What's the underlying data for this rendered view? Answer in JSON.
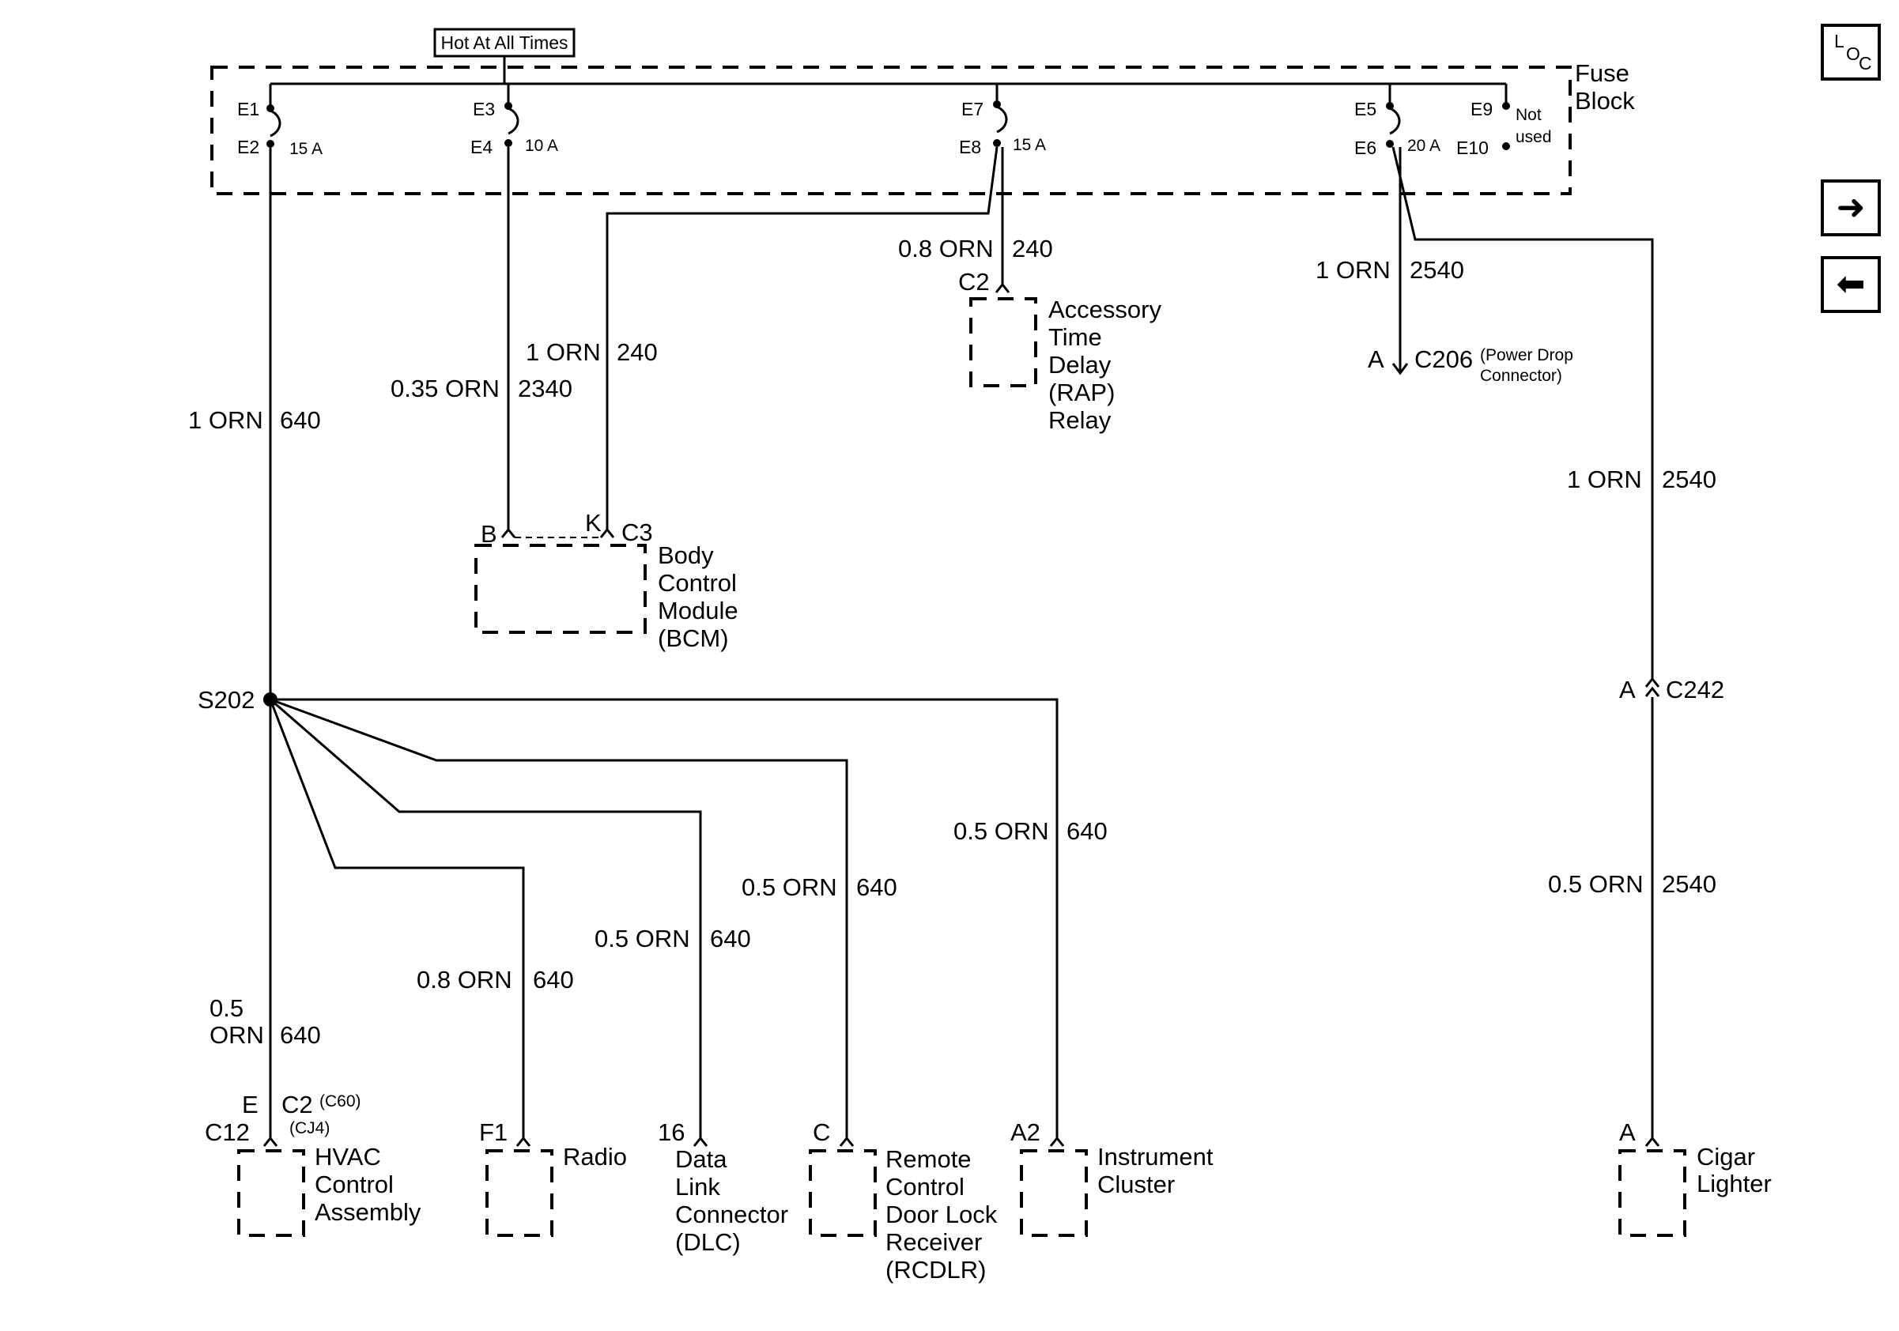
{
  "header": {
    "hot_label": "Hot At All Times"
  },
  "fuse_block": {
    "title_line1": "Fuse",
    "title_line2": "Block",
    "fuses": [
      {
        "top": "E1",
        "bottom": "E2",
        "rating": "15 A"
      },
      {
        "top": "E3",
        "bottom": "E4",
        "rating": "10 A"
      },
      {
        "top": "E7",
        "bottom": "E8",
        "rating": "15 A"
      },
      {
        "top": "E5",
        "bottom": "E6",
        "rating": "20 A"
      }
    ],
    "unused": {
      "top": "E9",
      "bottom": "E10",
      "line1": "Not",
      "line2": "used"
    }
  },
  "wires": {
    "w640_main": {
      "gauge": "1 ORN",
      "circuit": "640"
    },
    "w2340": {
      "gauge": "0.35 ORN",
      "circuit": "2340"
    },
    "w240_bcm": {
      "gauge": "1 ORN",
      "circuit": "240"
    },
    "w240_rap": {
      "gauge": "0.8 ORN",
      "circuit": "240"
    },
    "w2540_c206": {
      "gauge": "1 ORN",
      "circuit": "2540"
    },
    "w2540_right": {
      "gauge": "1 ORN",
      "circuit": "2540"
    },
    "w2540_lower": {
      "gauge": "0.5 ORN",
      "circuit": "2540"
    },
    "w640_hvac": {
      "gauge_line1": "0.5",
      "gauge_line2": "ORN",
      "circuit": "640"
    },
    "w640_radio": {
      "gauge": "0.8 ORN",
      "circuit": "640"
    },
    "w640_dlc": {
      "gauge": "0.5 ORN",
      "circuit": "640"
    },
    "w640_rcdlr": {
      "gauge": "0.5 ORN",
      "circuit": "640"
    },
    "w640_ic": {
      "gauge": "0.5 ORN",
      "circuit": "640"
    }
  },
  "splice": {
    "label": "S202"
  },
  "connectors": {
    "rap_c2": "C2",
    "bcm_b": "B",
    "bcm_k": "K",
    "bcm_c3": "C3",
    "c206_pin": "A",
    "c206_name": "C206",
    "c206_note_line1": "(Power Drop",
    "c206_note_line2": "Connector)",
    "c242_pin": "A",
    "c242_name": "C242",
    "hvac_e": "E",
    "hvac_c2": "C2",
    "hvac_c60": "(C60)",
    "hvac_c12": "C12",
    "hvac_cj4": "(CJ4)",
    "radio_pin": "F1",
    "dlc_pin": "16",
    "rcdlr_pin": "C",
    "ic_pin": "A2",
    "cigar_pin": "A"
  },
  "components": {
    "rap": [
      "Accessory",
      "Time",
      "Delay",
      "(RAP)",
      "Relay"
    ],
    "bcm": [
      "Body",
      "Control",
      "Module",
      "(BCM)"
    ],
    "hvac": [
      "HVAC",
      "Control",
      "Assembly"
    ],
    "radio": [
      "Radio"
    ],
    "dlc": [
      "Data",
      "Link",
      "Connector",
      "(DLC)"
    ],
    "rcdlr": [
      "Remote",
      "Control",
      "Door Lock",
      "Receiver",
      "(RCDLR)"
    ],
    "ic": [
      "Instrument",
      "Cluster"
    ],
    "cigar": [
      "Cigar",
      "Lighter"
    ]
  },
  "nav": {
    "loc_l": "L",
    "loc_o": "O",
    "loc_c": "C",
    "next_glyph": "➜",
    "prev_glyph": "⬅"
  }
}
